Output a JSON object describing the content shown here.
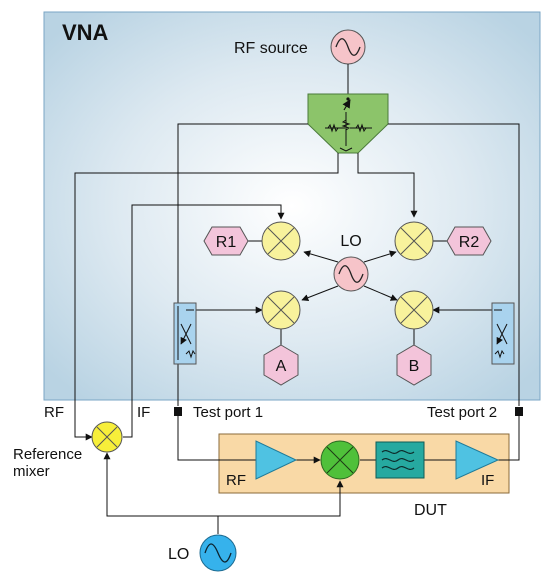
{
  "vna": {
    "title": "VNA",
    "rf_source_label": "RF source",
    "lo_label": "LO"
  },
  "receivers": {
    "r1": "R1",
    "r2": "R2",
    "a": "A",
    "b": "B"
  },
  "ports": {
    "port1": "Test port 1",
    "port2": "Test port 2"
  },
  "reference_mixer": {
    "label_line1": "Reference",
    "label_line2": "mixer",
    "rf": "RF",
    "if": "IF"
  },
  "dut": {
    "label": "DUT",
    "rf": "RF",
    "if": "IF"
  },
  "external_lo": {
    "label": "LO"
  },
  "colors": {
    "vna_bg": "#cfe3ef",
    "splitter": "#8cc46a",
    "source_fill": "#f6c4c9",
    "mixer_fill": "#f8f29c",
    "receiver_fill": "#f3c4da",
    "coupler_fill": "#a9d3ee",
    "dut_bg": "#f9d9a6",
    "amp_fill": "#4fc2e2",
    "dut_mixer": "#4fc03a",
    "filter_fill": "#26a9a0",
    "ref_mixer": "#f7ef3a",
    "ext_lo": "#36b2ec"
  }
}
